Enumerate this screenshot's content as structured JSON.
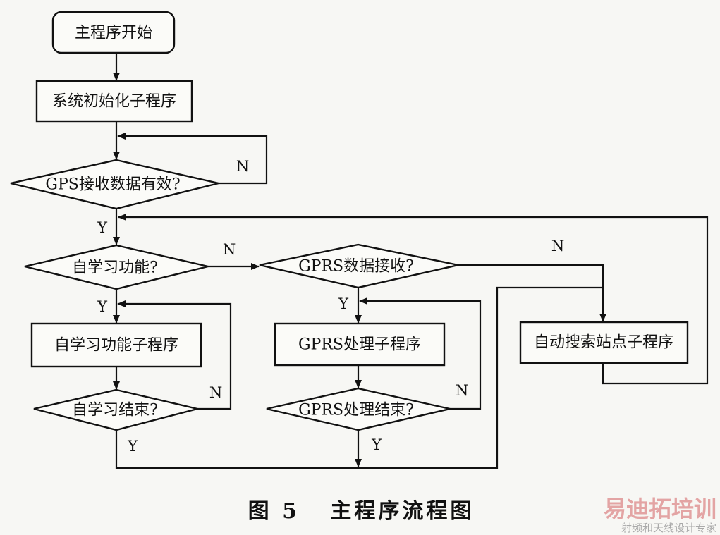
{
  "nodes": {
    "start": "主程序开始",
    "init": "系统初始化子程序",
    "gps_valid": "GPS接收数据有效?",
    "self_learn_q": "自学习功能?",
    "self_learn_proc": "自学习功能子程序",
    "self_learn_end": "自学习结束?",
    "gprs_recv": "GPRS数据接收?",
    "gprs_proc": "GPRS处理子程序",
    "gprs_end": "GPRS处理结束?",
    "auto_search": "自动搜索站点子程序"
  },
  "edge_labels": {
    "gps_n": "N",
    "gps_y": "Y",
    "learn_n": "N",
    "learn_y": "Y",
    "learn_end_n": "N",
    "learn_end_y": "Y",
    "gprs_n": "N",
    "gprs_y": "Y",
    "gprs_end_n": "N",
    "gprs_end_y": "Y"
  },
  "caption": "图 5   主程序流程图",
  "watermark": {
    "brand": "易迪拓培训",
    "tagline": "射频和天线设计专家"
  }
}
